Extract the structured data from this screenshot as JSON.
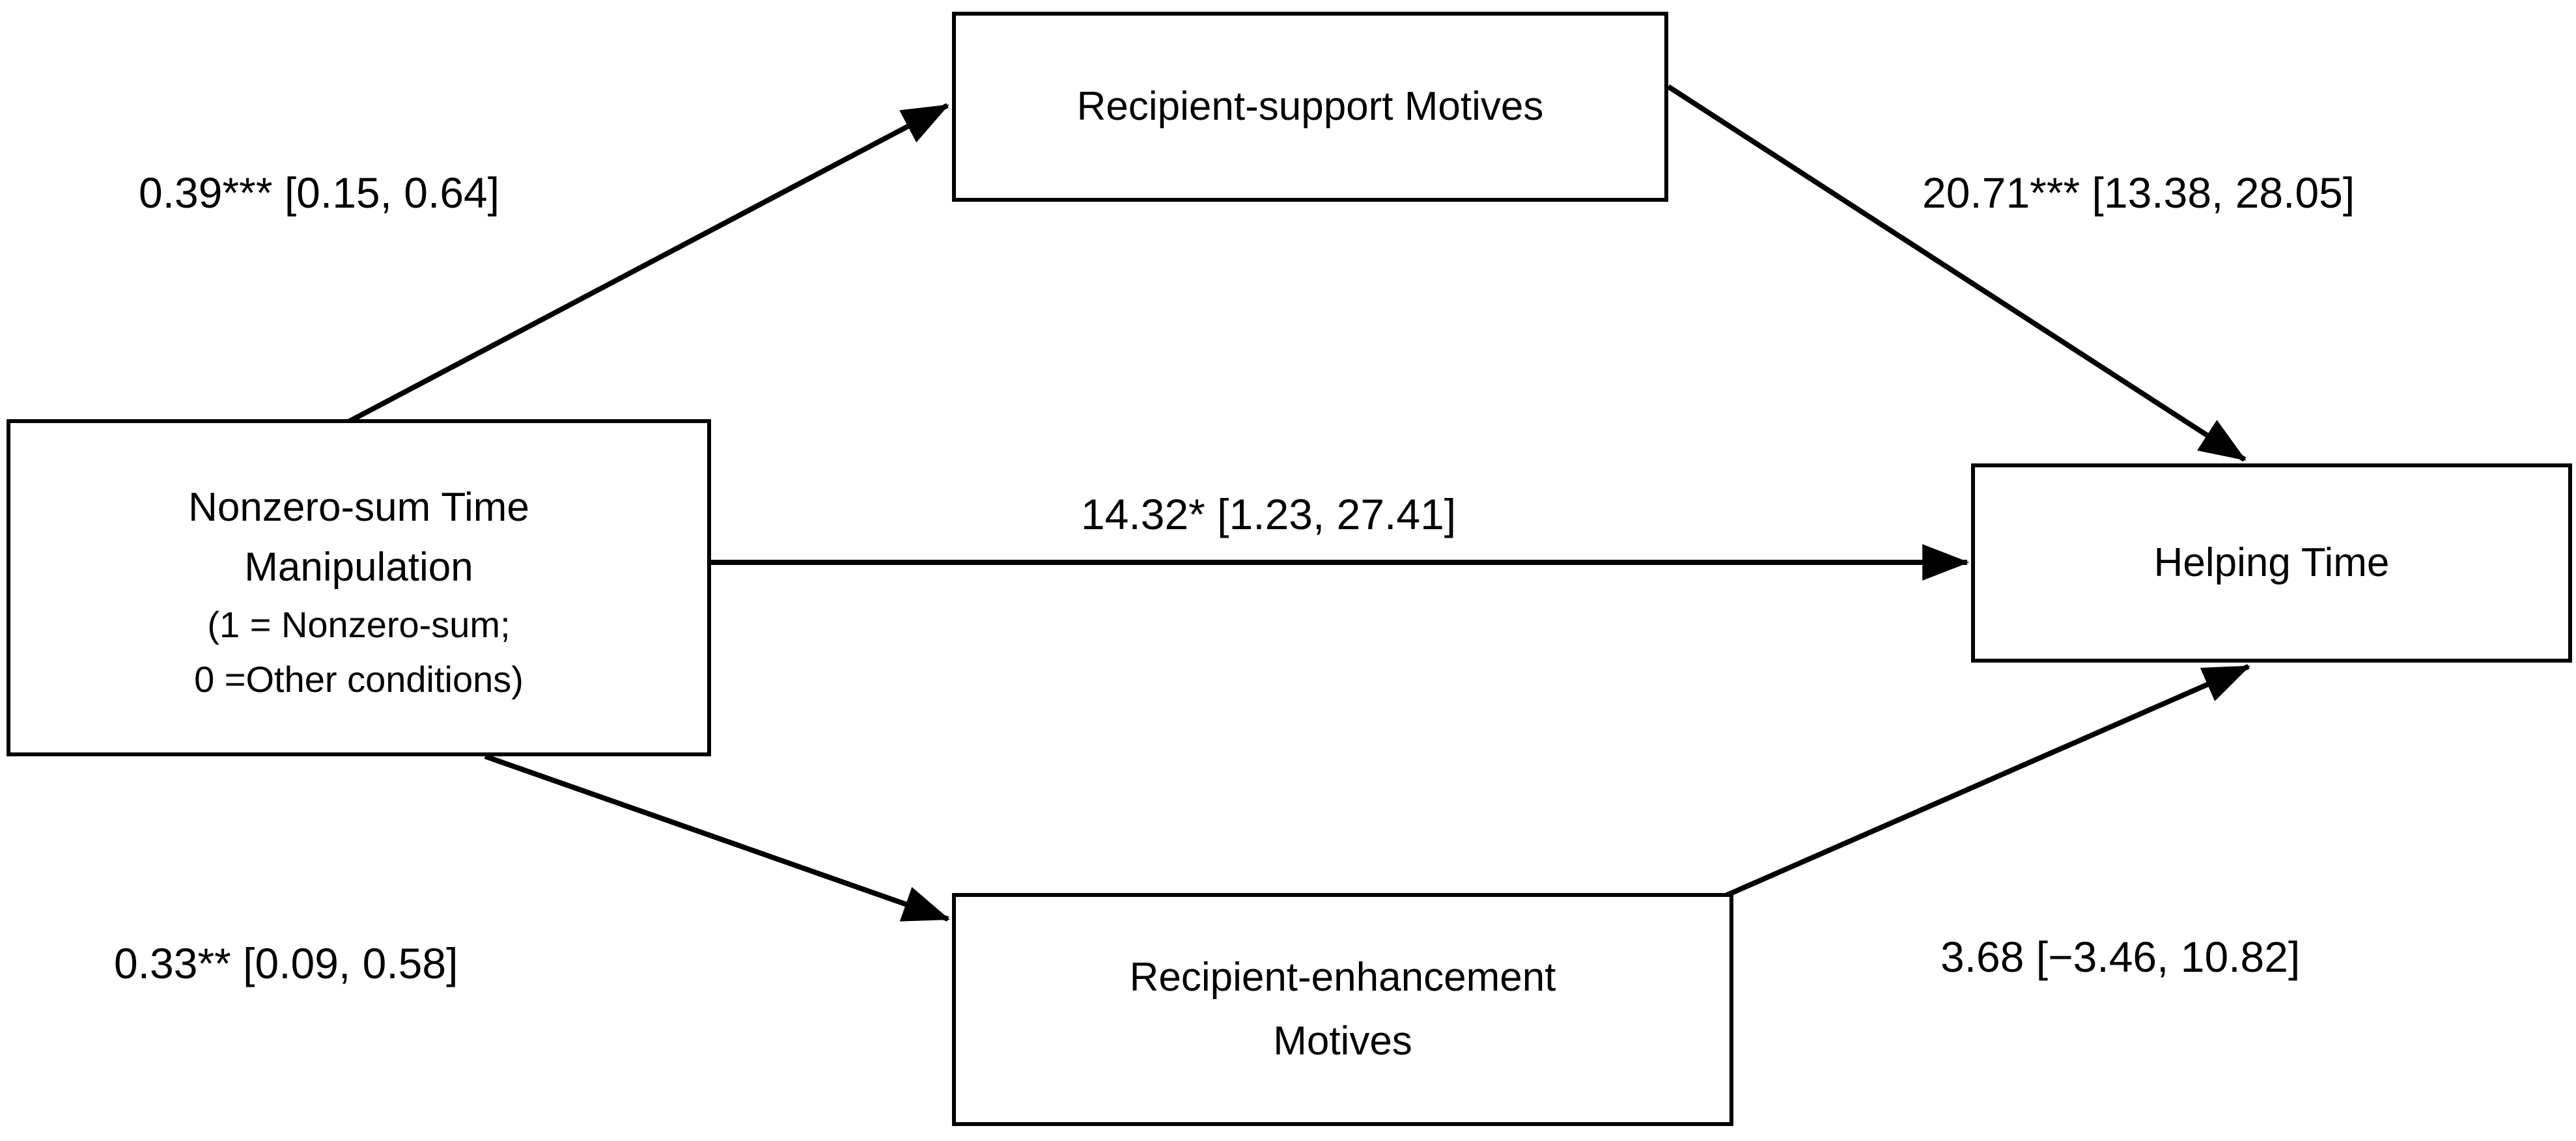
{
  "diagram": {
    "title": "Mediation model: Nonzero-sum Time Manipulation on Helping Time",
    "line_color": "#000000",
    "background_color": "#ffffff"
  },
  "nodes": {
    "predictor": {
      "id": "nonzero-sum-time-manipulation",
      "lines": [
        "Nonzero-sum Time",
        "Manipulation",
        "(1 = Nonzero-sum;",
        "0 =Other conditions)"
      ]
    },
    "mediator_support": {
      "id": "recipient-support-motives",
      "lines": [
        "Recipient-support Motives"
      ]
    },
    "mediator_enhancement": {
      "id": "recipient-enhancement-motives",
      "lines": [
        "Recipient-enhancement",
        "Motives"
      ]
    },
    "outcome": {
      "id": "helping-time",
      "lines": [
        "Helping Time"
      ]
    }
  },
  "edges": {
    "a_path_support": {
      "from": "nonzero-sum-time-manipulation",
      "to": "recipient-support-motives",
      "label": "0.39*** [0.15, 0.64]",
      "coefficient": 0.39,
      "significance": "***",
      "ci_lower": 0.15,
      "ci_upper": 0.64
    },
    "b_path_support": {
      "from": "recipient-support-motives",
      "to": "helping-time",
      "label": "20.71*** [13.38, 28.05]",
      "coefficient": 20.71,
      "significance": "***",
      "ci_lower": 13.38,
      "ci_upper": 28.05
    },
    "direct_path": {
      "from": "nonzero-sum-time-manipulation",
      "to": "helping-time",
      "label": "14.32* [1.23, 27.41]",
      "coefficient": 14.32,
      "significance": "*",
      "ci_lower": 1.23,
      "ci_upper": 27.41
    },
    "a_path_enhancement": {
      "from": "nonzero-sum-time-manipulation",
      "to": "recipient-enhancement-motives",
      "label": "0.33** [0.09, 0.58]",
      "coefficient": 0.33,
      "significance": "**",
      "ci_lower": 0.09,
      "ci_upper": 0.58
    },
    "b_path_enhancement": {
      "from": "recipient-enhancement-motives",
      "to": "helping-time",
      "label": "3.68 [−3.46, 10.82]",
      "coefficient": 3.68,
      "significance": "",
      "ci_lower": -3.46,
      "ci_upper": 10.82
    }
  }
}
